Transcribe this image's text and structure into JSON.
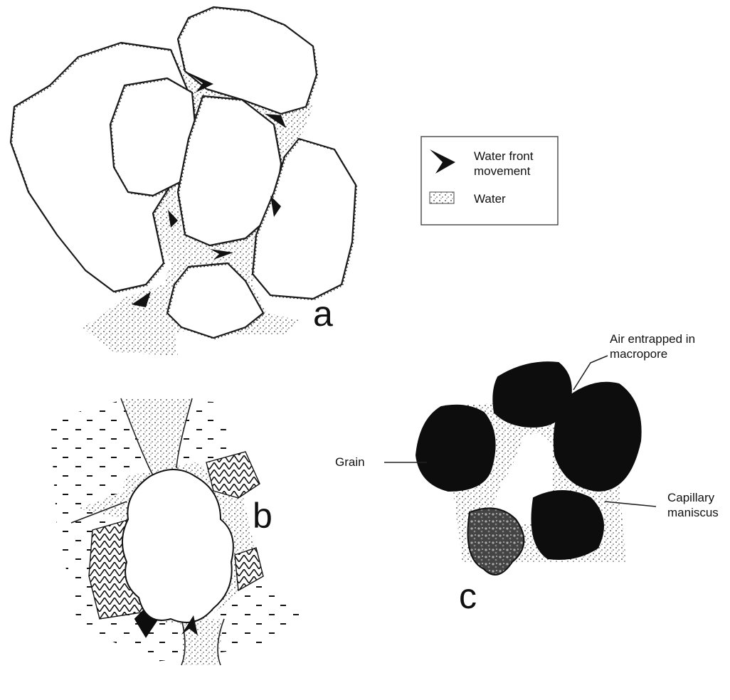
{
  "legend": {
    "water_front_line1": "Water front",
    "water_front_line2": "movement",
    "water": "Water"
  },
  "panels": {
    "a": "a",
    "b": "b",
    "c": "c"
  },
  "panel_c_labels": {
    "air_line1": "Air entrapped in",
    "air_line2": "macropore",
    "grain": "Grain",
    "capillary_line1": "Capillary",
    "capillary_line2": "maniscus"
  },
  "icons": [
    "water-front-arrow-icon",
    "water-stipple-swatch-icon"
  ]
}
